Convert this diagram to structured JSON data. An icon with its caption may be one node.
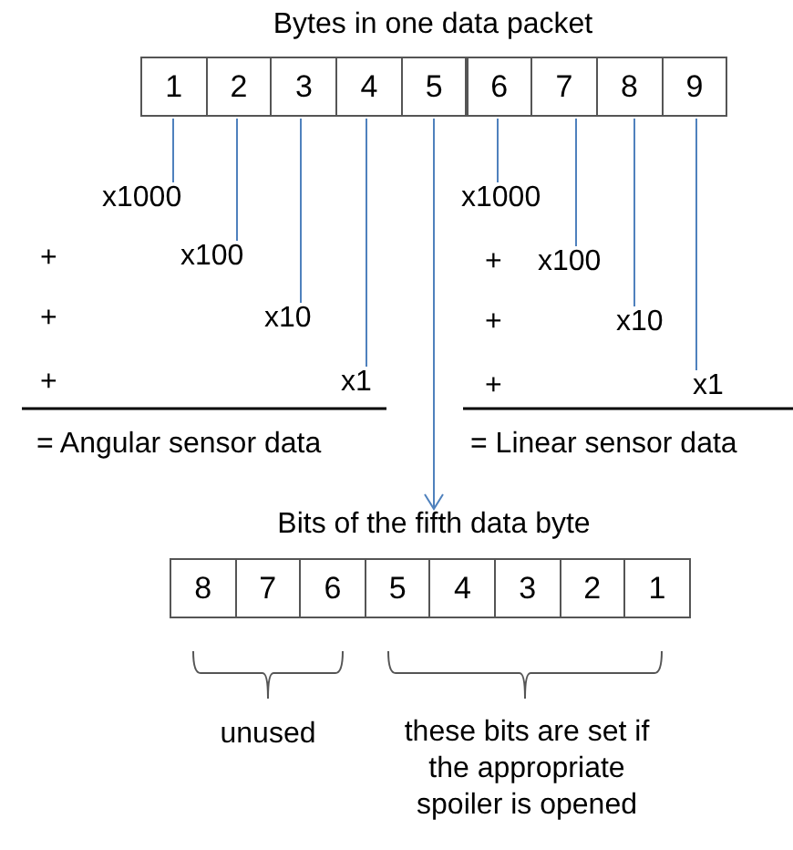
{
  "diagram": {
    "nodes": [
      {
        "text": [
          "1"
        ]
      },
      {
        "text": [
          "2"
        ]
      },
      {
        "text": [
          "3"
        ]
      },
      {
        "text": [
          "4"
        ]
      },
      {
        "text": [
          "5"
        ]
      },
      {
        "text": [
          "6"
        ]
      },
      {
        "text": [
          "7"
        ]
      },
      {
        "text": [
          "8"
        ]
      },
      {
        "text": [
          "9"
        ]
      },
      {
        "text": [
          "x1000"
        ]
      },
      {
        "text": [
          "x100"
        ]
      },
      {
        "text": [
          "x10"
        ]
      },
      {
        "text": [
          "x1"
        ]
      },
      {
        "text": [
          "x1000"
        ]
      },
      {
        "text": [
          "x100"
        ]
      },
      {
        "text": [
          "x10"
        ]
      },
      {
        "text": [
          "x1"
        ]
      },
      {
        "text": [
          "Bits of the fifth data byte"
        ]
      },
      {
        "text": [
          "8"
        ]
      },
      {
        "text": [
          "7"
        ]
      },
      {
        "text": [
          "6"
        ]
      },
      {
        "text": [
          "5"
        ]
      },
      {
        "text": [
          "4"
        ]
      },
      {
        "text": [
          "3"
        ]
      },
      {
        "text": [
          "2"
        ]
      },
      {
        "text": [
          "1"
        ]
      }
    ],
    "edges": [
      {
        "from": 0,
        "to": 9,
        "arrow": "none"
      },
      {
        "from": 1,
        "to": 10,
        "arrow": "none"
      },
      {
        "from": 2,
        "to": 11,
        "arrow": "none"
      },
      {
        "from": 3,
        "to": 12,
        "arrow": "none"
      },
      {
        "from": 4,
        "to": 17,
        "arrow": "to"
      },
      {
        "from": 5,
        "to": 13,
        "arrow": "none"
      },
      {
        "from": 6,
        "to": 14,
        "arrow": "none"
      },
      {
        "from": 7,
        "to": 15,
        "arrow": "none"
      },
      {
        "from": 8,
        "to": 16,
        "arrow": "none"
      }
    ],
    "labels": [
      "Bytes in one data packet",
      "+",
      "+",
      "+",
      "= Angular sensor data",
      "+",
      "+",
      "+",
      "= Linear sensor data",
      "unused",
      "these bits are set if the appropriate spoiler is opened"
    ]
  }
}
